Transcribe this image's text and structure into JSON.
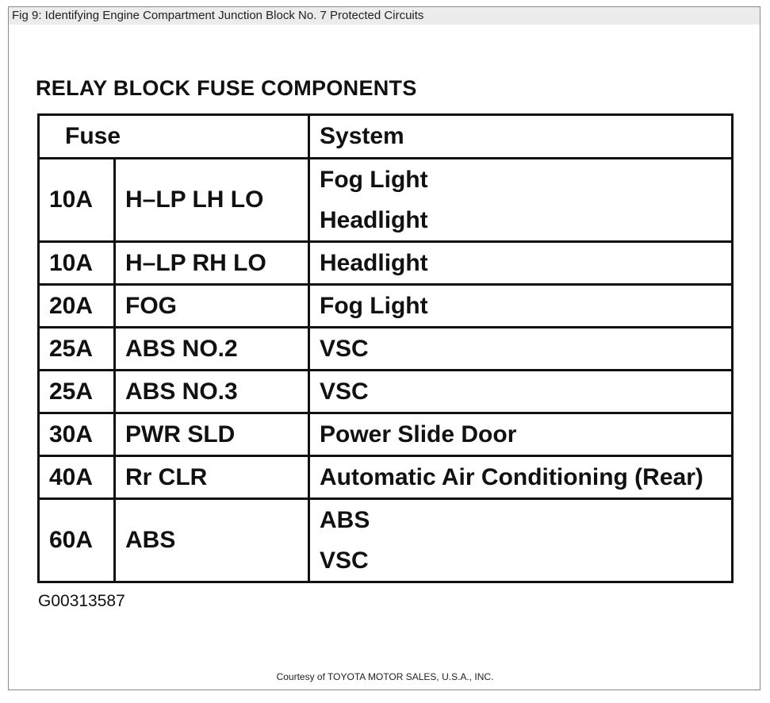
{
  "caption": "Fig 9: Identifying Engine Compartment Junction Block No. 7 Protected Circuits",
  "heading": "RELAY BLOCK FUSE COMPONENTS",
  "table": {
    "headers": {
      "fuse": "Fuse",
      "system": "System"
    },
    "rows": [
      {
        "amp": "10A",
        "name": "H–LP LH LO",
        "systems": [
          "Fog Light",
          "Headlight"
        ]
      },
      {
        "amp": "10A",
        "name": "H–LP RH LO",
        "systems": [
          "Headlight"
        ]
      },
      {
        "amp": "20A",
        "name": "FOG",
        "systems": [
          "Fog Light"
        ]
      },
      {
        "amp": "25A",
        "name": "ABS NO.2",
        "systems": [
          "VSC"
        ]
      },
      {
        "amp": "25A",
        "name": "ABS NO.3",
        "systems": [
          "VSC"
        ]
      },
      {
        "amp": "30A",
        "name": "PWR SLD",
        "systems": [
          "Power Slide Door"
        ]
      },
      {
        "amp": "40A",
        "name": "Rr CLR",
        "systems": [
          "Automatic Air Conditioning (Rear)"
        ]
      },
      {
        "amp": "60A",
        "name": "ABS",
        "systems": [
          "ABS",
          "VSC"
        ]
      }
    ]
  },
  "figure_id": "G00313587",
  "courtesy": "Courtesy of TOYOTA MOTOR SALES, U.S.A., INC."
}
